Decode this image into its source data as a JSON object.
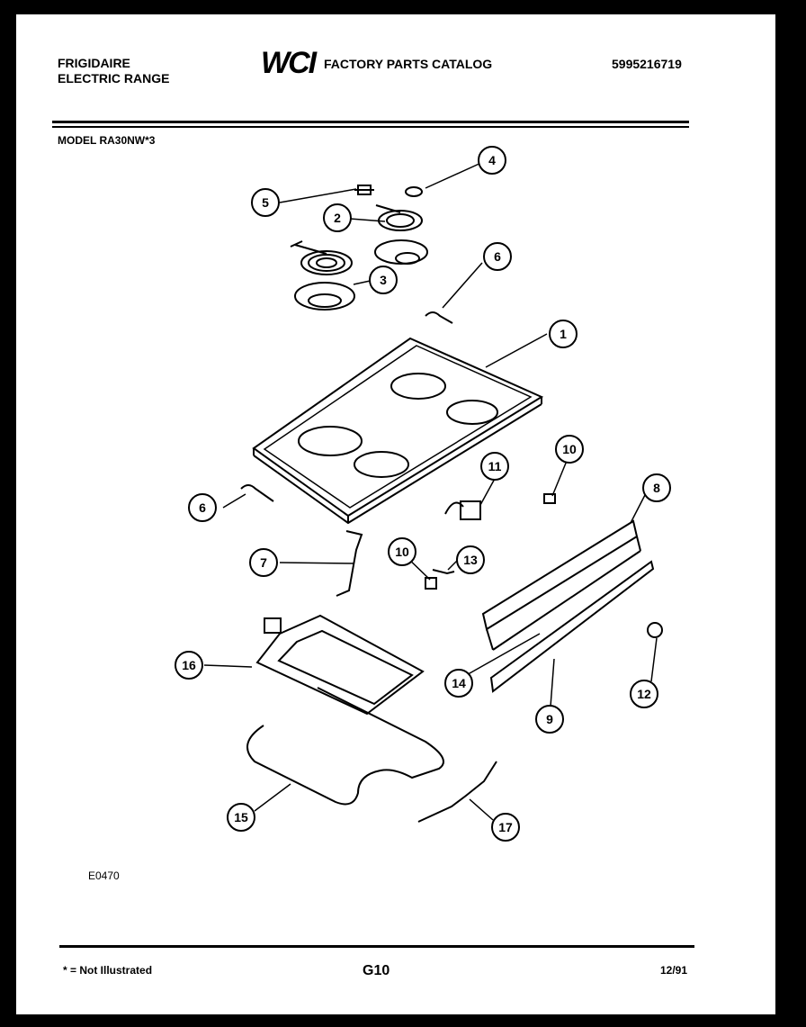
{
  "header": {
    "brand_line1": "FRIGIDAIRE",
    "brand_line2": "ELECTRIC RANGE",
    "logo_text": "WCI",
    "catalog_title": "FACTORY PARTS CATALOG",
    "catalog_number": "5995216719"
  },
  "model": "MODEL  RA30NW*3",
  "diagram_code": "E0470",
  "footer": {
    "note": "* = Not Illustrated",
    "page": "G10",
    "date": "12/91"
  },
  "callouts": [
    "1",
    "2",
    "3",
    "4",
    "5",
    "6",
    "6",
    "7",
    "8",
    "9",
    "10",
    "10",
    "11",
    "12",
    "13",
    "14",
    "15",
    "16",
    "17"
  ]
}
